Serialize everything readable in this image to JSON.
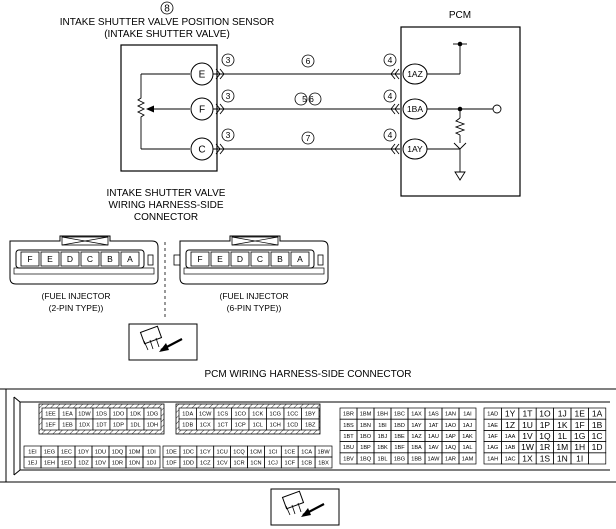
{
  "labels": {
    "sensor_num": "8",
    "sensor_title_1": "INTAKE SHUTTER VALVE POSITION SENSOR",
    "sensor_title_2": "(INTAKE SHUTTER VALVE)",
    "pcm": "PCM",
    "valve_conn_1": "INTAKE SHUTTER VALVE",
    "valve_conn_2": "WIRING HARNESS-SIDE",
    "valve_conn_3": "CONNECTOR",
    "fuel2_1": "(FUEL INJECTOR",
    "fuel2_2": "(2-PIN TYPE))",
    "fuel6_1": "(FUEL INJECTOR",
    "fuel6_2": "(6-PIN TYPE))",
    "pcm_conn": "PCM WIRING HARNESS-SIDE CONNECTOR"
  },
  "wires": [
    {
      "sensor_pin": "E",
      "left_conn": "3",
      "circuit": "6",
      "right_conn": "4",
      "pcm_pin": "1AZ"
    },
    {
      "sensor_pin": "F",
      "left_conn": "3",
      "circuit": "5 6",
      "right_conn": "4",
      "pcm_pin": "1BA"
    },
    {
      "sensor_pin": "C",
      "left_conn": "3",
      "circuit": "7",
      "right_conn": "4",
      "pcm_pin": "1AY"
    }
  ],
  "connector_2pin": [
    "F",
    "E",
    "D",
    "C",
    "B",
    "A"
  ],
  "connector_6pin": [
    "F",
    "E",
    "D",
    "C",
    "B",
    "A"
  ],
  "pcm_block1": {
    "hatched": [
      [
        "1EE",
        "1EA",
        "1DW",
        "1DS",
        "1DO",
        "1DK",
        "1DG"
      ],
      [
        "1EF",
        "1EB",
        "1DX",
        "1DT",
        "1DP",
        "1DL",
        "1DH"
      ]
    ],
    "plain": [
      [
        "1EI",
        "1EG",
        "1EC",
        "1DY",
        "1DU",
        "1DQ",
        "1DM",
        "1DI"
      ],
      [
        "1EJ",
        "1EH",
        "1ED",
        "1DZ",
        "1DV",
        "1DR",
        "1DN",
        "1DJ"
      ]
    ]
  },
  "pcm_block2": {
    "hatched": [
      [
        "1DA",
        "1CW",
        "1CS",
        "1CO",
        "1CK",
        "1CG",
        "1CC",
        "1BY"
      ],
      [
        "1DB",
        "1CX",
        "1CT",
        "1CP",
        "1CL",
        "1CH",
        "1CD",
        "1BZ"
      ]
    ],
    "plain": [
      [
        "1DE",
        "1DC",
        "1CY",
        "1CU",
        "1CQ",
        "1CM",
        "1CI",
        "1CE",
        "1CA",
        "1BW"
      ],
      [
        "1DF",
        "1DD",
        "1CZ",
        "1CV",
        "1CR",
        "1CN",
        "1CJ",
        "1CF",
        "1CB",
        "1BX"
      ]
    ]
  },
  "pcm_block3": [
    [
      "1BR",
      "1BM",
      "1BH",
      "1BC",
      "1AX",
      "1AS",
      "1AN",
      "1AI"
    ],
    [
      "1BS",
      "1BN",
      "1BI",
      "1BD",
      "1AY",
      "1AT",
      "1AO",
      "1AJ"
    ],
    [
      "1BT",
      "1BO",
      "1BJ",
      "1BE",
      "1AZ",
      "1AU",
      "1AP",
      "1AK"
    ],
    [
      "1BU",
      "1BP",
      "1BK",
      "1BF",
      "1BA",
      "1AV",
      "1AQ",
      "1AL"
    ],
    [
      "1BV",
      "1BQ",
      "1BL",
      "1BG",
      "1BB",
      "1AW",
      "1AR",
      "1AM"
    ]
  ],
  "pcm_block4": [
    [
      "1AD",
      "1Y",
      "1T",
      "1O",
      "1J",
      "1E",
      "1A"
    ],
    [
      "1AE",
      "1Z",
      "1U",
      "1P",
      "1K",
      "1F",
      "1B"
    ],
    [
      "1AF",
      "1AA",
      "1V",
      "1Q",
      "1L",
      "1G",
      "1C"
    ],
    [
      "1AG",
      "1AB",
      "1W",
      "1R",
      "1M",
      "1H",
      "1D"
    ],
    [
      "1AH",
      "1AC",
      "1X",
      "1S",
      "1N",
      "1I",
      ""
    ]
  ]
}
